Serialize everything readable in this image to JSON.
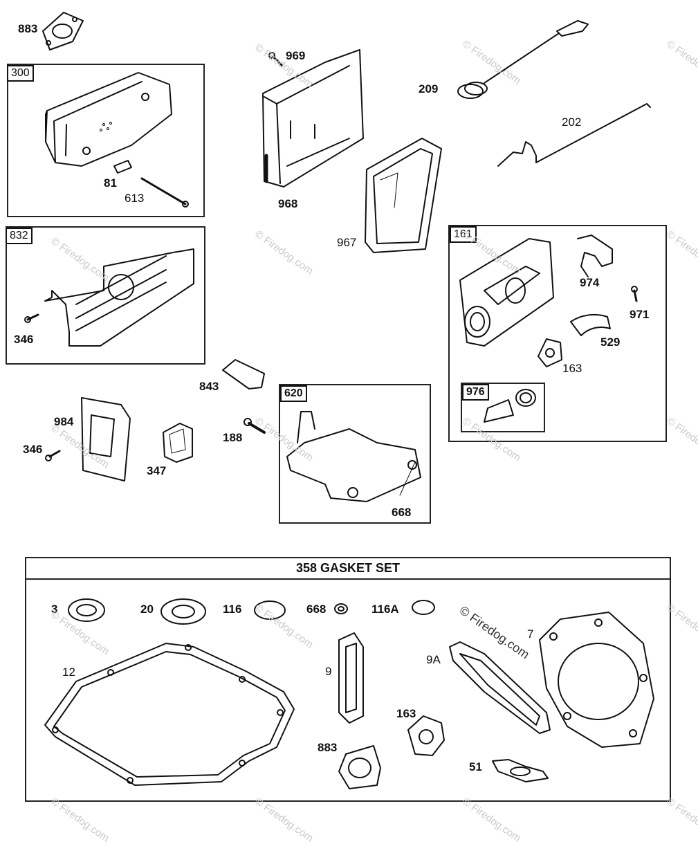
{
  "labels": {
    "p883_top": "883",
    "p300": "300",
    "p81": "81",
    "p613": "613",
    "p969": "969",
    "p968": "968",
    "p209": "209",
    "p202": "202",
    "p967": "967",
    "p832": "832",
    "p346_a": "346",
    "p161": "161",
    "p974": "974",
    "p971": "971",
    "p529": "529",
    "p163_a": "163",
    "p976": "976",
    "p843": "843",
    "p984": "984",
    "p346_b": "346",
    "p347": "347",
    "p188": "188",
    "p620": "620",
    "p668_a": "668"
  },
  "gasket_set": {
    "title": "358 GASKET SET",
    "p3": "3",
    "p20": "20",
    "p116": "116",
    "p668": "668",
    "p116A": "116A",
    "p7": "7",
    "p12": "12",
    "p9": "9",
    "p9A": "9A",
    "p163": "163",
    "p883": "883",
    "p51": "51"
  },
  "watermark": "© Firedog.com"
}
